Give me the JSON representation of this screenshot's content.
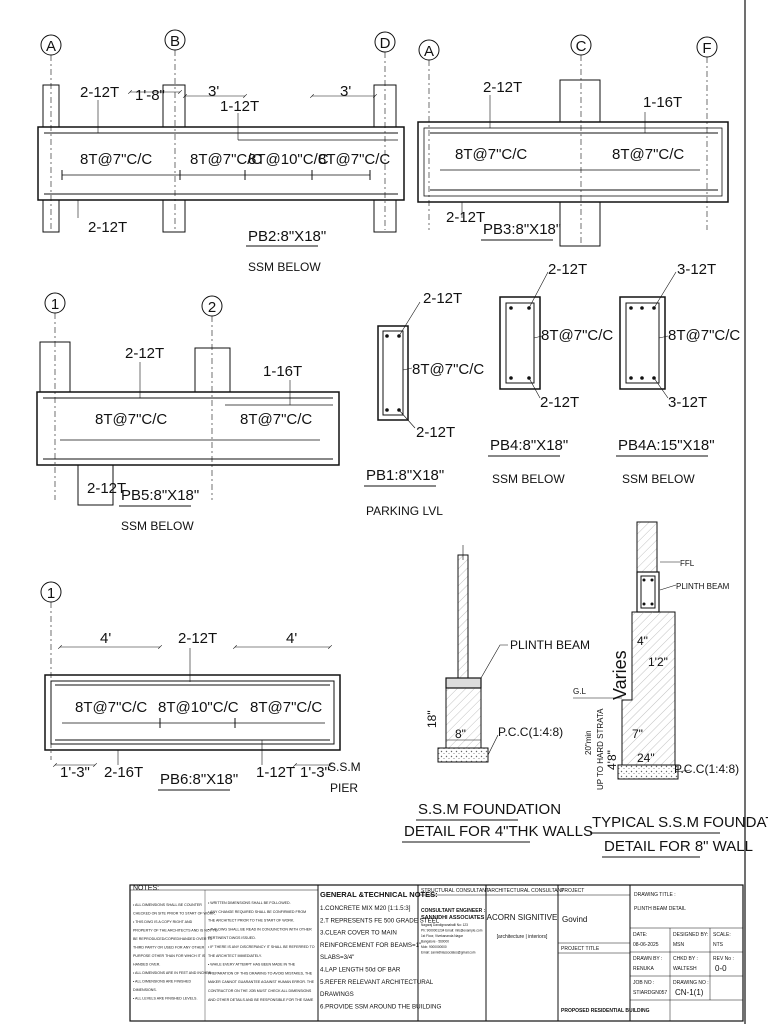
{
  "grids": {
    "top_left": [
      "A",
      "B",
      "D"
    ],
    "top_right": [
      "A",
      "C",
      "F"
    ],
    "mid_left": [
      "1",
      "2"
    ],
    "bottom_left": [
      "1"
    ]
  },
  "pb2": {
    "top_bar": "2-12T",
    "bot_bar": "2-12T",
    "extra": "1-12T",
    "dim1": "1'-8\"",
    "dim2": "3'",
    "dim3": "3'",
    "stir1": "8T@7\"C/C",
    "stir2": "8T@7\"C/C",
    "stir3": "8T@10\"C/C",
    "stir4": "8T@7\"C/C",
    "title": "PB2:8\"X18\"",
    "sub": "SSM BELOW"
  },
  "pb3": {
    "top_bar": "2-12T",
    "bot_bar": "2-12T",
    "extra": "1-16T",
    "stir1": "8T@7\"C/C",
    "stir2": "8T@7\"C/C",
    "title": "PB3:8\"X18\""
  },
  "pb5": {
    "top_bar": "2-12T",
    "bot_bar": "2-12T",
    "extra": "1-16T",
    "stir1": "8T@7\"C/C",
    "stir2": "8T@7\"C/C",
    "title": "PB5:8\"X18\"",
    "sub": "SSM BELOW"
  },
  "pb1": {
    "top_bar": "2-12T",
    "bot_bar": "2-12T",
    "stir": "8T@7\"C/C",
    "title": "PB1:8\"X18\"",
    "sub": "PARKING LVL"
  },
  "pb4": {
    "top_bar": "2-12T",
    "bot_bar": "2-12T",
    "stir": "8T@7\"C/C",
    "title": "PB4:8\"X18\"",
    "sub": "SSM BELOW"
  },
  "pb4a": {
    "top_bar": "3-12T",
    "bot_bar": "3-12T",
    "stir": "8T@7\"C/C",
    "title": "PB4A:15\"X18\"",
    "sub": "SSM BELOW"
  },
  "pb6": {
    "dim1": "4'",
    "dim2": "4'",
    "top_bar": "2-12T",
    "stir1": "8T@7\"C/C",
    "stir2": "8T@10\"C/C",
    "stir3": "8T@7\"C/C",
    "left_end": "1'-3\"",
    "bot_bar": "2-16T",
    "extra": "1-12T",
    "right_end": "1'-3\"",
    "title": "PB6:8\"X18\"",
    "ssm": "S.S.M",
    "pier": "PIER"
  },
  "found4": {
    "plinth": "PLINTH BEAM",
    "pcc": "P.C.C(1:4:8)",
    "dim_h": "18\"",
    "dim_w": "8\"",
    "title1": "S.S.M FOUNDATION",
    "title2": "DETAIL FOR 4\"THK  WALLS"
  },
  "found8": {
    "ffl": "FFL",
    "plinth": "PLINTH BEAM",
    "varies": "Varies",
    "gl": "G.L",
    "d4": "4\"",
    "d12": "1'2\"",
    "d7": "7\"",
    "d24": "24\"",
    "d448": "4'8\"",
    "min": "20\"min",
    "strata": "UP TO HARD STRATA",
    "pcc": "P.C.C(1:4:8)",
    "title1": "TYPICAL S.S.M FOUNDATION",
    "title2": "DETAIL FOR 8\"  WALL"
  },
  "titleblock": {
    "notes_head": "NOTES:",
    "notes_a": [
      "• ALL DIMENSIONS SHALL BE COUNTER",
      "CHECKED ON SITE PRIOR TO START OF WORK.",
      "• THIS DWG IS A COPY RIGHT AND",
      "PROPERTY OF THE ARCHITECTS AND IS NOT TO",
      "BE REPRODUCED/COPIED/HANDED OVER TO",
      "THIRD PARTY OR USED FOR ANY OTHER",
      "PURPOSE OTHER THAN FOR WHICH IT IS",
      "HANDED OVER.",
      "• ALL DIMENSIONS ARE IN FEET AND INCHES",
      "• ALL DIMENSIONS ARE FINISHED",
      "DIMENSIONS.",
      "• ALL LEVELS ARE FINISHED LEVELS."
    ],
    "notes_b": [
      "• WRITTEN DIMENSIONS SHALL BE FOLLOWED.",
      "• ANY CHANGE REQUIRED SHALL BE CONFIRMED FROM",
      "THE ARCHITECT PRIOR TO THE START OF WORK.",
      "• THE DWG SHALL BE READ IN CONJUNCTION WITH OTHER",
      "PERTINENT DWGS ISSUED.",
      "• IF THERE IS ANY DISCREPANCY IT SHALL BE REFERRED TO",
      "THE ARCHITECT IMMEDIATELY.",
      "• WHILE EVERY ATTEMPT HAS BEEN MADE IN THE",
      "PREPARATION OF THIS DRAWING TO AVOID MISTAKES, THE",
      "MAKER CANNOT GUARANTEE AGAINST HUMAN ERROR. THE",
      "CONTRACTOR ON THE JOB MUST CHECK ALL DIMENSIONS",
      "AND OTHER DETAILS AND BE RESPONSIBLE FOR THE SAME"
    ],
    "gen_head": "GENERAL &TECHNICAL NOTES:",
    "gen_lines": [
      "1.CONCRETE MIX M20 [1:1.5:3]",
      "2.T REPRESENTS FE 500 GRADE STEEL",
      "3.CLEAR COVER TO MAIN",
      "REINFORCEMENT FOR BEAMS=1\"",
      "SLABS=3/4\"",
      "4.LAP LENGTH 50d OF BAR",
      "5.REFER RELEVANT ARCHITECTURAL",
      "DRAWINGS",
      "6.PROVIDE SSM AROUND THE BUILDING"
    ],
    "struct_head": "STRUCTURAL CONSULTANT",
    "struct_sub": "CONSULTANT ENGINEER :",
    "struct_name": "SANNIDHI ASSOCIATES",
    "struct_lines": [
      "Nagaraj Dandignanahalli No: 123",
      "Ph: 9000001234 Email: info@example.com",
      "1st Floor, Vivekananda Nagar",
      "Bangalore - 560000",
      "Mob: 9000000000",
      "Email: sannidhiassociates@gmail.com"
    ],
    "arch_head": "ARCHITECTURAL CONSULTANT",
    "arch_name": "ACORN SIGNITIVE",
    "arch_sub": "[architecture | interiors]",
    "project_head": "PROJECT",
    "project_name": "Govind",
    "ptitle_head": "PROJECT TITLE",
    "ptitle": "PROPOSED RESIDENTIAL BUILDING",
    "dtitle_head": "DRAWING TITLE :",
    "dtitle": "PLINTH BEAM DETAIL",
    "date_lbl": "DATE:",
    "date_val": "08-06-2025",
    "designed_lbl": "DESIGNED BY:",
    "designed_val": "MSN",
    "scale_lbl": "SCALE:",
    "scale_val": "NTS",
    "drawn_lbl": "DRAWN BY :",
    "drawn_val": "RENUKA",
    "chkd_lbl": "CHKD BY :",
    "chkd_val": "WALTESH",
    "rev_lbl": "REV No :",
    "rev_val": "0-0",
    "job_lbl": "JOB NO :",
    "job_val": "STIARDGN057",
    "dno_lbl": "DRAWING NO :",
    "dno_val": "CN-1(1)"
  }
}
